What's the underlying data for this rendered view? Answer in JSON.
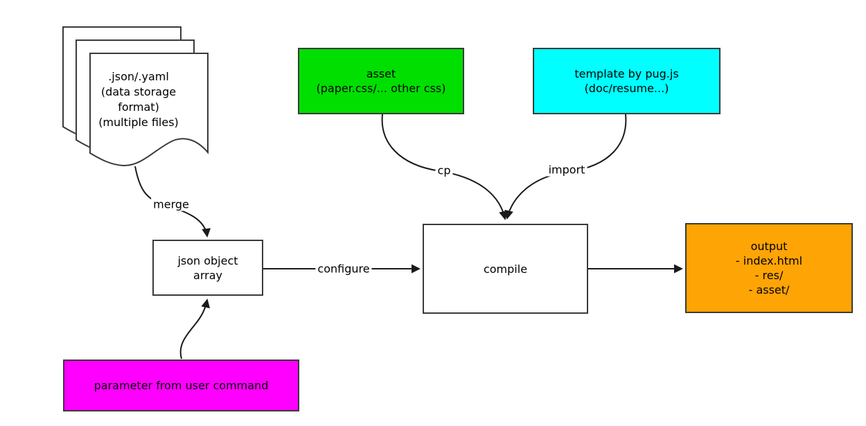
{
  "diagram": {
    "nodes": {
      "documents": {
        "lines": [
          ".json/.yaml",
          "(data storage",
          "format)",
          "(multiple files)"
        ],
        "color": "#ffffff"
      },
      "asset": {
        "lines": [
          "asset",
          "(paper.css/... other css)"
        ],
        "color": "#00df00"
      },
      "template": {
        "lines": [
          "template by pug.js",
          "(doc/resume...)"
        ],
        "color": "#00ffff"
      },
      "json_object_array": {
        "lines": [
          "json object",
          "array"
        ],
        "color": "#ffffff"
      },
      "compile": {
        "lines": [
          "compile"
        ],
        "color": "#ffffff"
      },
      "output": {
        "lines": [
          "output",
          "- index.html",
          "- res/",
          "- asset/"
        ],
        "color": "#ffa405"
      },
      "parameter": {
        "lines": [
          "parameter from user command"
        ],
        "color": "#ff00ff"
      }
    },
    "edge_labels": {
      "merge": "merge",
      "cp": "cp",
      "import": "import",
      "configure": "configure"
    },
    "colors": {
      "border": "#3a3a3a",
      "line": "#1a1a1a",
      "background": "#ffffff"
    }
  }
}
